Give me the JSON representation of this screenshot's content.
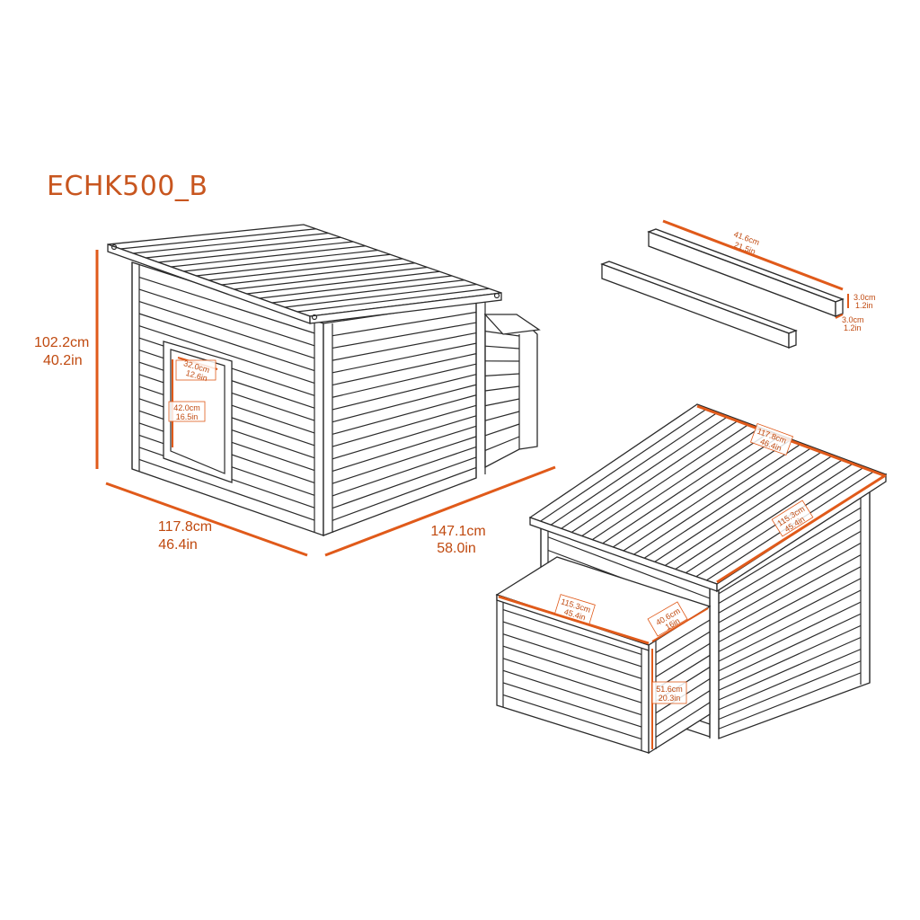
{
  "model": "ECHK500_B",
  "main_view": {
    "height": {
      "cm": "102.2cm",
      "in": "40.2in"
    },
    "width": {
      "cm": "117.8cm",
      "in": "46.4in"
    },
    "depth": {
      "cm": "147.1cm",
      "in": "58.0in"
    },
    "door_width": {
      "cm": "32.0cm",
      "in": "12.6in"
    },
    "door_height": {
      "cm": "42.0cm",
      "in": "16.5in"
    }
  },
  "rails": {
    "length": {
      "cm": "41.6cm",
      "in": "21.5in"
    },
    "thickness_a": {
      "cm": "3.0cm",
      "in": "1.2in"
    },
    "thickness_b": {
      "cm": "3.0cm",
      "in": "1.2in"
    }
  },
  "back_view": {
    "roof_width": {
      "cm": "117.8cm",
      "in": "46.4in"
    },
    "roof_depth": {
      "cm": "115.3cm",
      "in": "45.4in"
    },
    "box_width": {
      "cm": "115.3cm",
      "in": "45.4in"
    },
    "box_depth": {
      "cm": "40.6cm",
      "in": "16in"
    },
    "box_height": {
      "cm": "51.6cm",
      "in": "20.3in"
    }
  },
  "colors": {
    "accent": "#e05a1a",
    "title": "#c8561f",
    "line": "#2b2b2b"
  }
}
